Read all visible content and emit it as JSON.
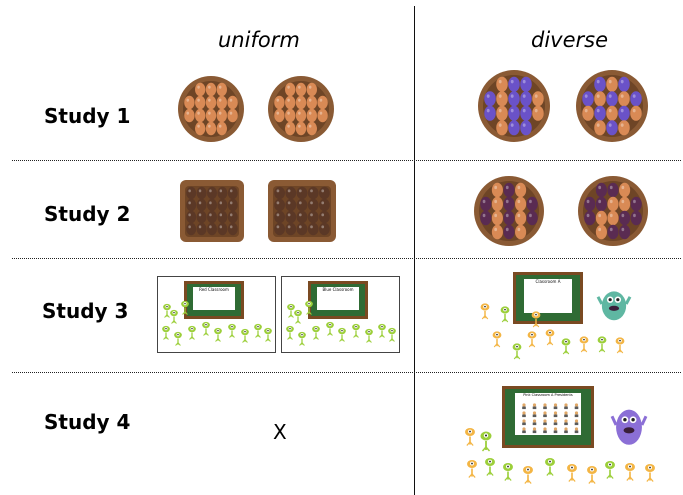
{
  "columns": {
    "uniform": "uniform",
    "diverse": "diverse"
  },
  "rows": [
    {
      "label": "Study 1"
    },
    {
      "label": "Study 2"
    },
    {
      "label": "Study 3"
    },
    {
      "label": "Study 4"
    }
  ],
  "study3": {
    "slide_left_title": "Red Classroom",
    "slide_right_title": "Blue Classroom",
    "diverse_board_title": "Classroom A"
  },
  "study4": {
    "uniform_cell": "X",
    "board_title": "Pink Classroom A Presidents"
  },
  "colors": {
    "basket": "#8a5a34",
    "egg_orange": "#d98a55",
    "egg_brown": "#5b3826",
    "egg_purple": "#6a52c8",
    "egg_plum": "#5a2b52",
    "chalkboard": "#2f6b34",
    "board_frame": "#7a4a22",
    "alien_green": "#9ccf3a",
    "alien_orange": "#f3b544",
    "monster_teal": "#5fb7a2",
    "monster_purple": "#8b6fd6"
  }
}
